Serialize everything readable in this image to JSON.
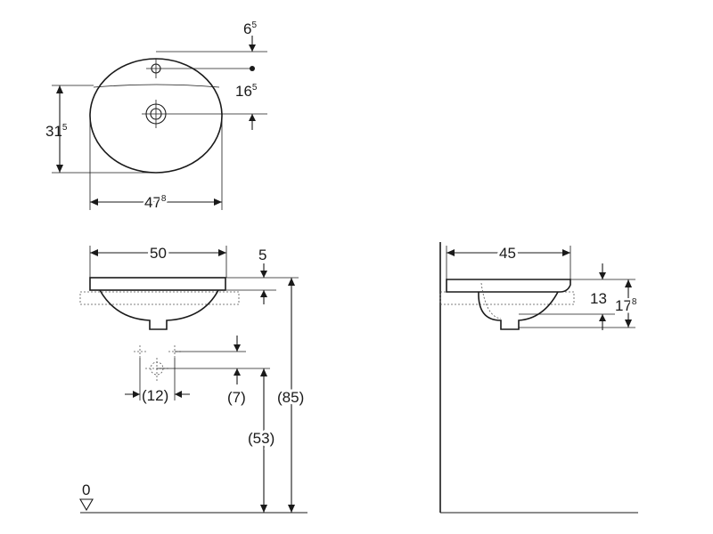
{
  "top_view": {
    "tap_hole_offset": {
      "main": "6",
      "sup": "5"
    },
    "waste_offset": {
      "main": "16",
      "sup": "5"
    },
    "depth": {
      "main": "31",
      "sup": "5"
    },
    "width": {
      "main": "47",
      "sup": "8"
    }
  },
  "front_view": {
    "overall_width": "50",
    "rim_thickness": "5",
    "tap_spacing": "(12)",
    "tap_height": "(7)",
    "tap_level": "(53)",
    "rim_height": "(85)",
    "floor_level": "0"
  },
  "side_view": {
    "overall_depth": "45",
    "bowl_depth": "13",
    "total_depth": {
      "main": "17",
      "sup": "8"
    }
  }
}
